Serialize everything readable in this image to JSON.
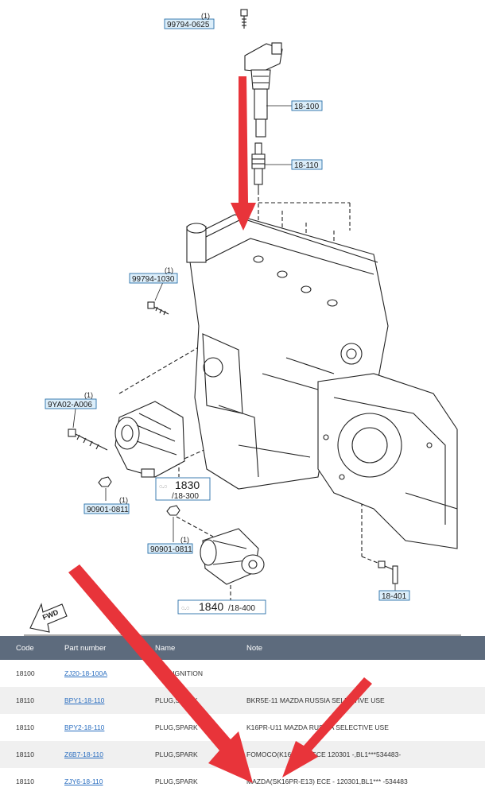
{
  "diagram": {
    "callouts": [
      {
        "code": "99794-0625",
        "qty": "(1)"
      },
      {
        "code": "18-100"
      },
      {
        "code": "18-110"
      },
      {
        "code": "99794-1030",
        "qty": "(1)"
      },
      {
        "code": "9YA02-A006",
        "qty": "(1)"
      },
      {
        "code": "90901-0811",
        "qty": "(1)"
      },
      {
        "code": "1830",
        "sub": "/18-300"
      },
      {
        "code": "90901-0811",
        "qty": "(1)"
      },
      {
        "code": "1840",
        "sub": "/18-400"
      },
      {
        "code": "18-401"
      }
    ],
    "direction_label": "FWD"
  },
  "table": {
    "headers": {
      "code": "Code",
      "part_number": "Part number",
      "name": "Name",
      "note": "Note"
    },
    "rows": [
      {
        "code": "18100",
        "part_number": "ZJ20-18-100A",
        "name": "COIL,IGNITION",
        "note": ""
      },
      {
        "code": "18110",
        "part_number": "BPY1-18-110",
        "name": "PLUG,SPARK",
        "note": "BKR5E-11 MAZDA RUSSIA SELECTIVE USE"
      },
      {
        "code": "18110",
        "part_number": "BPY2-18-110",
        "name": "PLUG,SPARK",
        "note": "K16PR-U11 MAZDA RUSSIA SELECTIVE USE"
      },
      {
        "code": "18110",
        "part_number": "Z6B7-18-110",
        "name": "PLUG,SPARK",
        "note": "FOMOCO(K16ZR13) ECE 120301 -,BL1***534483-"
      },
      {
        "code": "18110",
        "part_number": "ZJY6-18-110",
        "name": "PLUG,SPARK",
        "note": "MAZDA(SK16PR-E13) ECE - 120301,BL1*** -534483"
      }
    ]
  },
  "colors": {
    "annotation_arrow": "#e8343a",
    "callout_border": "#2a6fa8",
    "callout_fill": "#dceefa",
    "header_bg": "#5d6b7d",
    "link": "#2a6ec0"
  }
}
